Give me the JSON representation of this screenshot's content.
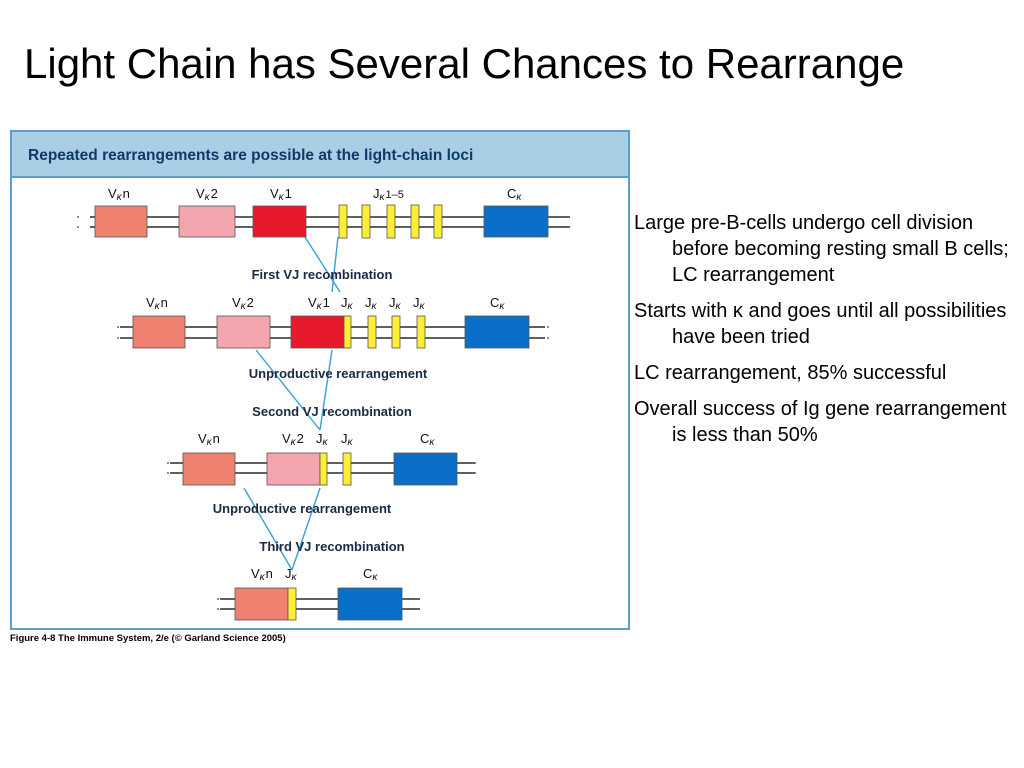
{
  "slide": {
    "title": "Light Chain has Several Chances to Rearrange",
    "bullets": [
      {
        "text": "Large pre-B-cells undergo cell division before becoming resting small B cells; LC rearrangement"
      },
      {
        "before": "Starts with ",
        "symbol": "κ",
        "after": " and goes until all possibilities have been tried"
      },
      {
        "text": "LC rearrangement, 85% successful"
      },
      {
        "text": "Overall success of Ig gene rearrangement is less than 50%"
      }
    ]
  },
  "figure": {
    "header": "Repeated rearrangements are possible at the light-chain loci",
    "caption": "Figure 4-8  The Immune System, 2/e (© Garland Science 2005)",
    "segment_labels": {
      "vkn": "n",
      "vk2": "2",
      "vk1": "1",
      "jk_range": "1–5",
      "v": "V",
      "j": "J",
      "c": "C",
      "kappa": "κ"
    },
    "steps": {
      "first_vj": "First VJ  recombination",
      "unproductive_1": "Unproductive rearrangement",
      "second_vj": "Second VJ  recombination",
      "unproductive_2": "Unproductive rearrangement",
      "third_vj": "Third VJ  recombination"
    },
    "colors": {
      "vkn": "#f08070",
      "vk2": "#f4a5ad",
      "vk1": "#e8192c",
      "jk": "#ffee33",
      "ck": "#0a6fc8",
      "header_bg": "#a9cfe6",
      "connector": "#3aa0d0"
    }
  }
}
